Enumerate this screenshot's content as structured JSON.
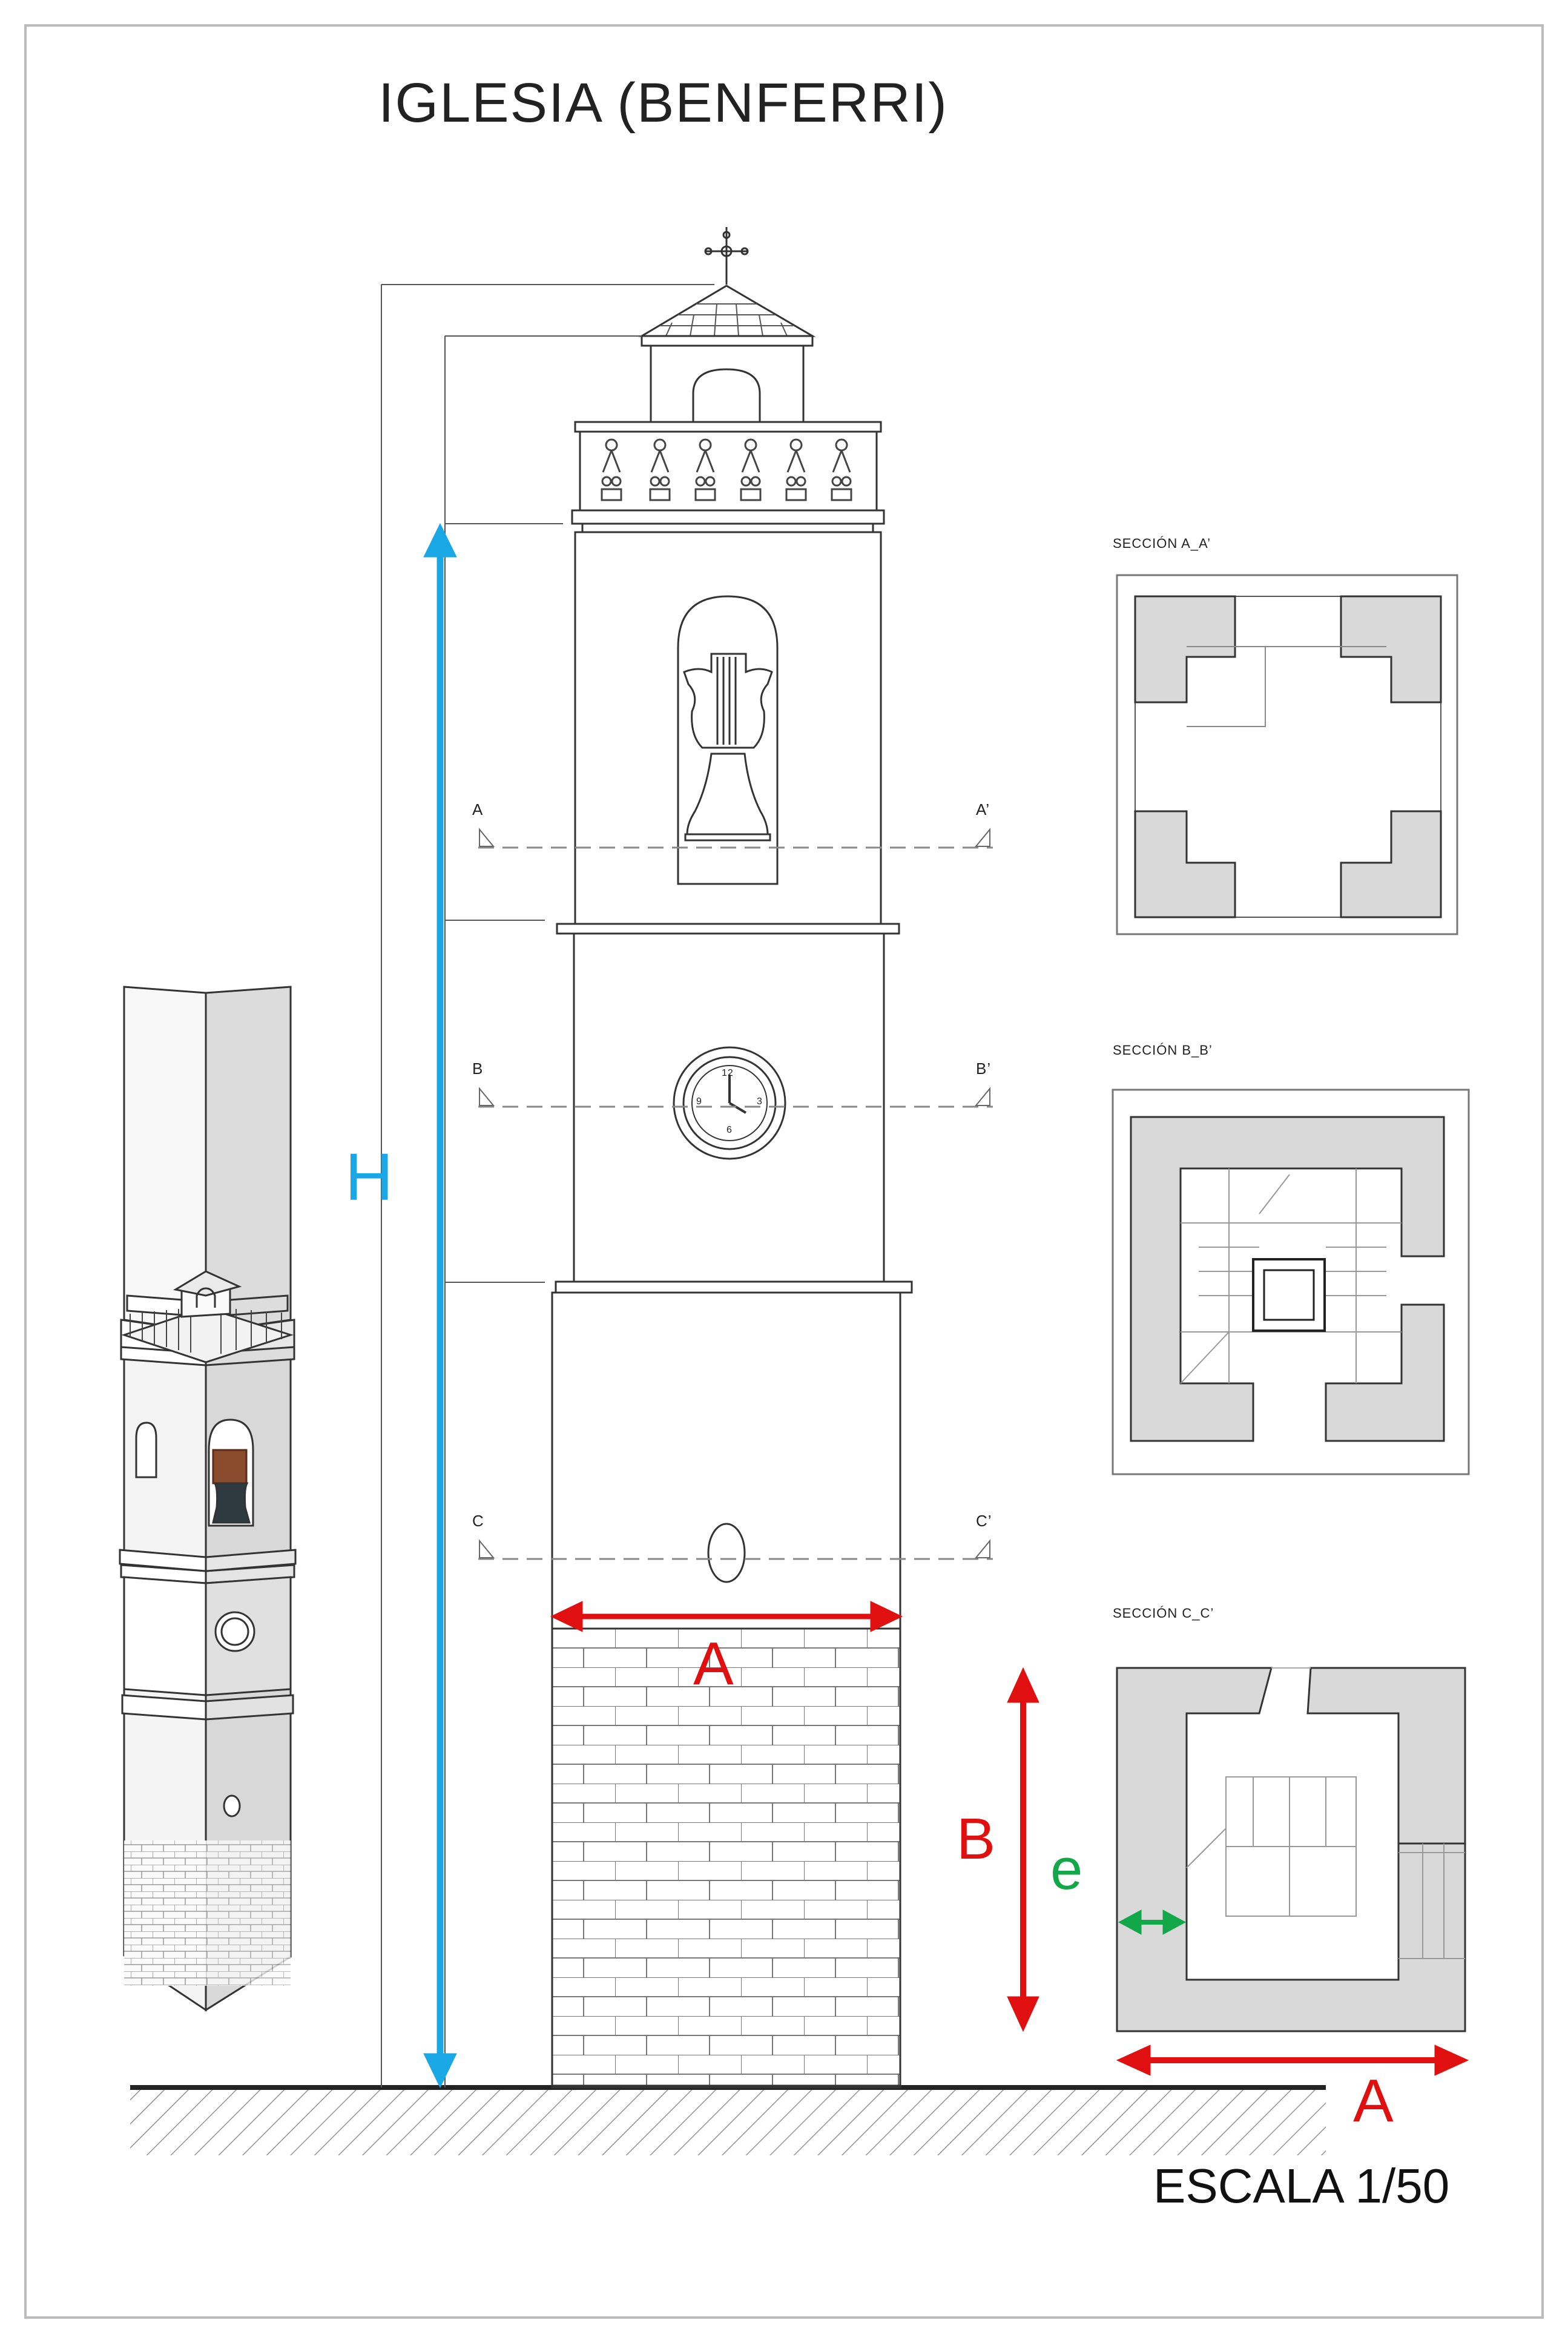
{
  "drawing": {
    "title": "IGLESIA  (BENFERRI)",
    "scale_label": "ESCALA 1/50",
    "sections": [
      {
        "label": "SECCIÓN A_A’"
      },
      {
        "label": "SECCIÓN B_B’"
      },
      {
        "label": "SECCIÓN C_C’"
      }
    ],
    "section_marks": [
      {
        "left": "A",
        "right": "A’"
      },
      {
        "left": "B",
        "right": "B’"
      },
      {
        "left": "C",
        "right": "C’"
      }
    ],
    "dimensions": {
      "height": "H",
      "width_front": "A",
      "width_plan": "A",
      "depth_plan": "B",
      "wall_thickness": "e"
    },
    "clock_numerals": [
      "12",
      "3",
      "6",
      "9"
    ],
    "colors": {
      "height_arrow": "#1aa7e6",
      "width_arrow": "#e01010",
      "thickness_arrow": "#12a84a",
      "wall_fill": "#d9d9d9",
      "line": "#333333"
    }
  }
}
